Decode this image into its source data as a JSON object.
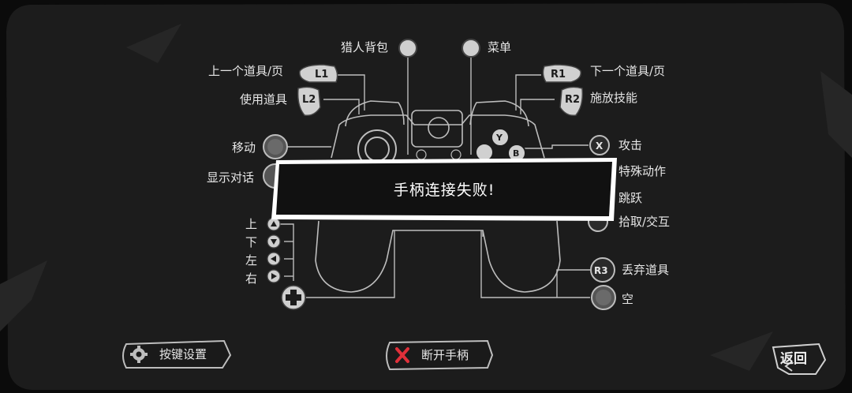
{
  "labels": {
    "hunter_backpack": "猎人背包",
    "menu": "菜单",
    "prev_item": "上一个道具/页",
    "use_item": "使用道具",
    "next_item": "下一个道具/页",
    "cast_skill": "施放技能",
    "move": "移动",
    "show_dialog": "显示对话",
    "attack": "攻击",
    "special_action": "特殊动作",
    "jump": "跳跃",
    "pickup_interact": "拾取/交互",
    "up": "上",
    "down": "下",
    "left": "左",
    "right": "右",
    "discard_item": "丢弃道具",
    "empty": "空"
  },
  "button_glyphs": {
    "l1": "L1",
    "l2": "L2",
    "r1": "R1",
    "r2": "R2",
    "r3": "R3",
    "x": "X",
    "y": "Y",
    "b": "B"
  },
  "toast": {
    "message": "手柄连接失败!"
  },
  "footer": {
    "key_settings": "按键设置",
    "disconnect": "断开手柄",
    "back": "返回"
  },
  "colors": {
    "background": "#0b0b0b",
    "panel": "#1c1c1c",
    "line": "#bdbdbd",
    "button_fill": "#d0d0d0",
    "disconnect_icon": "#e0303a"
  },
  "icons": [
    "gear-icon",
    "close-x-icon",
    "dpad-icon",
    "back-arrow-icon"
  ]
}
